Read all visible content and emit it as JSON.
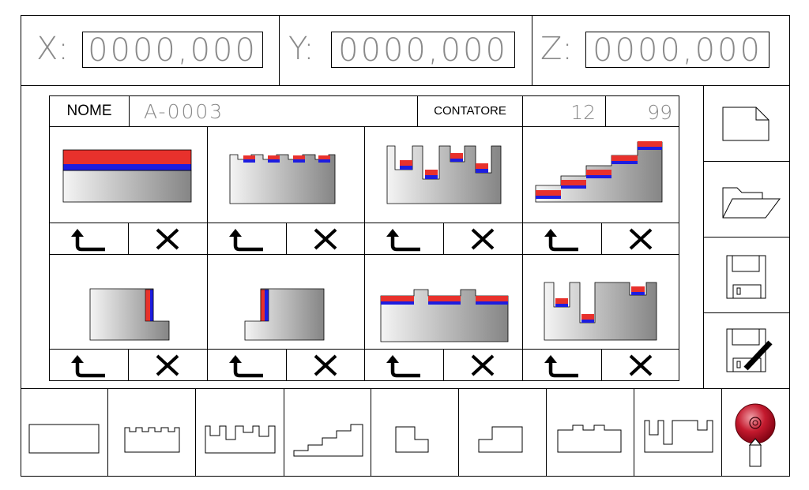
{
  "axes": [
    {
      "label": "X:",
      "value": "0000,000"
    },
    {
      "label": "Y:",
      "value": "0000,000"
    },
    {
      "label": "Z:",
      "value": "0000,000"
    }
  ],
  "program": {
    "name_label": "NOME",
    "name_value": "A-0003",
    "counter_label": "CONTATORE",
    "counter_value": "12",
    "counter_max": "99"
  },
  "grid_cells": [
    {
      "shape": "flat-layers-icon"
    },
    {
      "shape": "teeth-shallow-icon"
    },
    {
      "shape": "teeth-deep-icon"
    },
    {
      "shape": "stairs-icon"
    },
    {
      "shape": "step-right-icon"
    },
    {
      "shape": "step-left-icon"
    },
    {
      "shape": "raised-blocks-icon"
    },
    {
      "shape": "mixed-slots-icon"
    }
  ],
  "side_tools": [
    "new-file-icon",
    "open-folder-icon",
    "save-icon",
    "save-as-icon"
  ],
  "bottom_shapes": [
    "rect-outline-icon",
    "teeth-outline-icon",
    "teeth-deep-outline-icon",
    "stairs-outline-icon",
    "step-right-outline-icon",
    "step-left-outline-icon",
    "raised-outline-icon",
    "slots-outline-icon"
  ],
  "colors": {
    "red": "#e8312c",
    "blue": "#1d1de0",
    "gray_dark": "#8c8c8c",
    "gray_light": "#f2f2f2",
    "stop": "#c8102e",
    "text_gray": "#8a8a8a"
  }
}
